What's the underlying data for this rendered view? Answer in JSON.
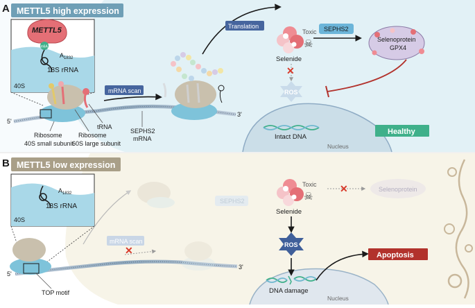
{
  "panel_a": {
    "letter": "A",
    "title": "METTL5 high expression",
    "inset": {
      "protein": "METTL5",
      "m6a": "m6A",
      "site": "A",
      "site_sub": "1832",
      "rrna": "18S rRNA",
      "subunit": "40S"
    },
    "labels": {
      "ribosome_small_1": "Ribosome",
      "ribosome_small_2": "40S small subunit",
      "ribosome_large_1": "Ribosome",
      "ribosome_large_2": "60S large subunit",
      "trna": "tRNA",
      "mrna_scan": "mRNA scan",
      "sephs2_mrna_1": "SEPHS2",
      "sephs2_mrna_2": "mRNA",
      "translation": "Translation",
      "sephs2": "SEPHS2",
      "toxic": "Toxic",
      "selenide": "Selenide",
      "selenoprotein_1": "Selenoprotein",
      "selenoprotein_2": "GPX4",
      "ros": "ROS",
      "intact_dna": "Intact DNA",
      "nucleus": "Nucleus",
      "healthy": "Healthy",
      "five_prime": "5'",
      "three_prime": "3'"
    }
  },
  "panel_b": {
    "letter": "B",
    "title": "METTL5 low expression",
    "inset": {
      "site": "A",
      "site_sub": "1832",
      "rrna": "18S rRNA",
      "subunit": "40S"
    },
    "labels": {
      "mrna_scan": "mRNA scan",
      "sephs2": "SEPHS2",
      "toxic": "Toxic",
      "selenide": "Selenide",
      "selenoprotein": "Selenoprotein",
      "ros": "ROS",
      "apoptosis": "Apoptosis",
      "dna_damage": "DNA damage",
      "nucleus": "Nucleus",
      "top_motif": "TOP motif",
      "five_prime": "5'",
      "three_prime": "3'"
    }
  },
  "colors": {
    "panel_a_bg": "#dff0f5",
    "panel_b_bg": "#f7f4e8",
    "header_a": "#6f9fb6",
    "header_b": "#a99f88",
    "healthy": "#3fb08a",
    "apoptosis": "#b2322c",
    "ribosome_small": "#7ec3da",
    "ribosome_large": "#c9c0ad",
    "mettl5": "#e46f76",
    "m6a": "#3fb08a",
    "translation_box": "#46659e",
    "sephs2_box": "#6cb5d9",
    "ros_a": "#c9dbea",
    "ros_b": "#3f5f9a",
    "inhibit": "#b2322c"
  }
}
